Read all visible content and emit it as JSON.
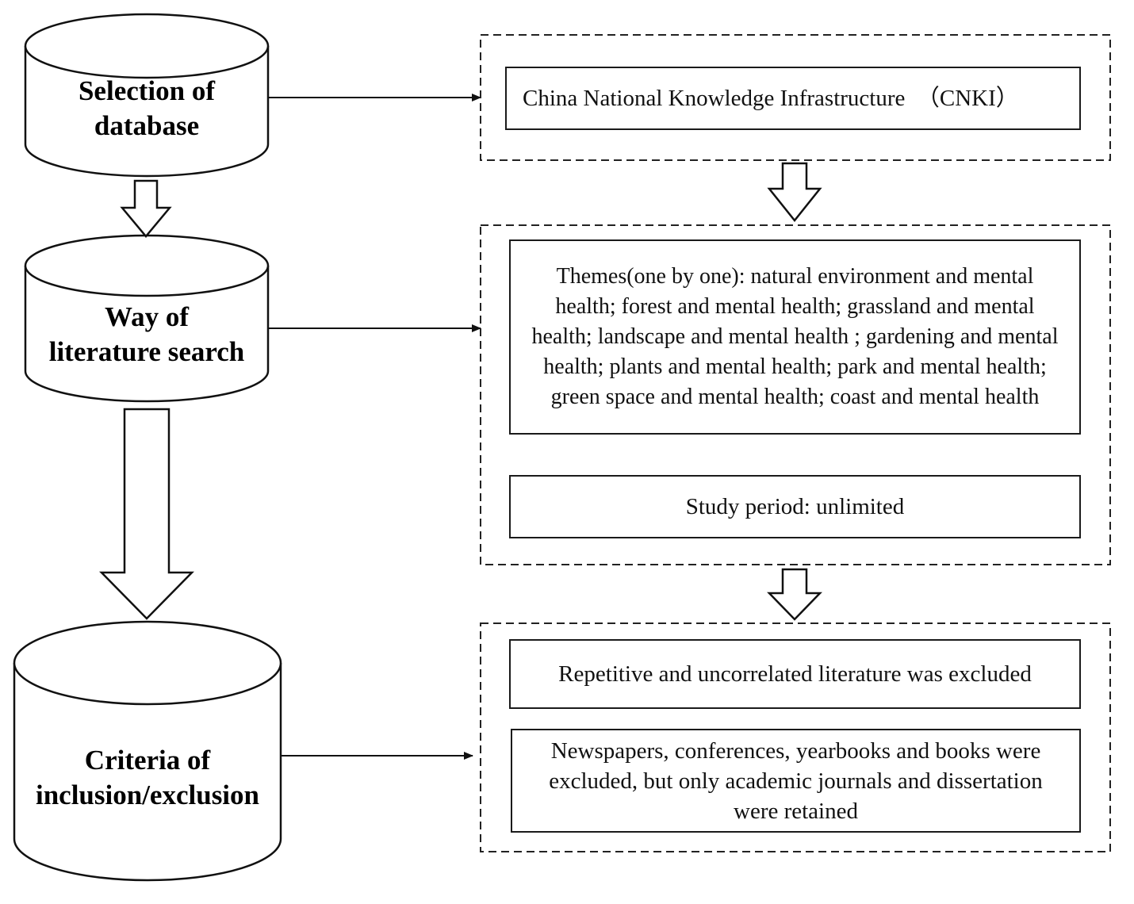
{
  "stages": [
    {
      "label": "Selection of\ndatabase"
    },
    {
      "label": "Way of\nliterature search"
    },
    {
      "label": "Criteria of\ninclusion/exclusion"
    }
  ],
  "details": {
    "database": "China National Knowledge Infrastructure  （CNKI）",
    "themes": "Themes(one by one): natural environment and mental health; forest and mental health; grassland and mental health; landscape and mental health ; gardening and mental health; plants and mental health; park and mental health; green space and mental health; coast and mental health",
    "period": "Study period: unlimited",
    "exclusion_1": "Repetitive and uncorrelated literature was excluded",
    "exclusion_2": "Newspapers, conferences, yearbooks and books were excluded, but only academic journals and dissertation were retained"
  }
}
